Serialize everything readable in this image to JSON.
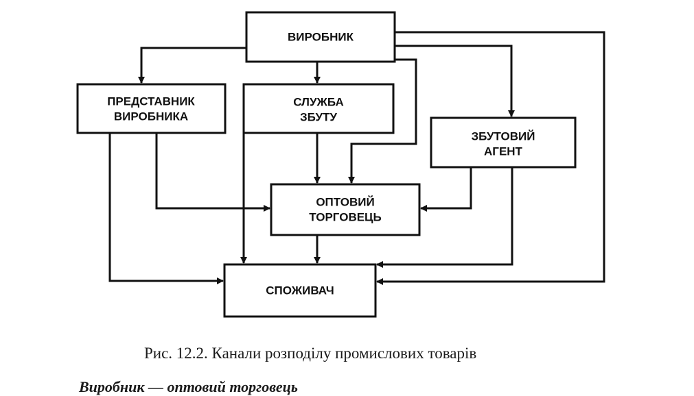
{
  "diagram": {
    "nodes": {
      "manufacturer": {
        "label": "ВИРОБНИК"
      },
      "representative": {
        "line1": "ПРЕДСТАВНИК",
        "line2": "ВИРОБНИКА"
      },
      "sales_service": {
        "line1": "СЛУЖБА",
        "line2": "ЗБУТУ"
      },
      "sales_agent": {
        "line1": "ЗБУТОВИЙ",
        "line2": "АГЕНТ"
      },
      "wholesaler": {
        "line1": "ОПТОВИЙ",
        "line2": "ТОРГОВЕЦЬ"
      },
      "consumer": {
        "label": "СПОЖИВАЧ"
      }
    },
    "caption": "Рис. 12.2. Канали розподілу промислових товарів"
  },
  "body_text": {
    "next_line": "Виробник — оптовий торговець"
  },
  "colors": {
    "ink": "#111111",
    "background": "#ffffff"
  }
}
